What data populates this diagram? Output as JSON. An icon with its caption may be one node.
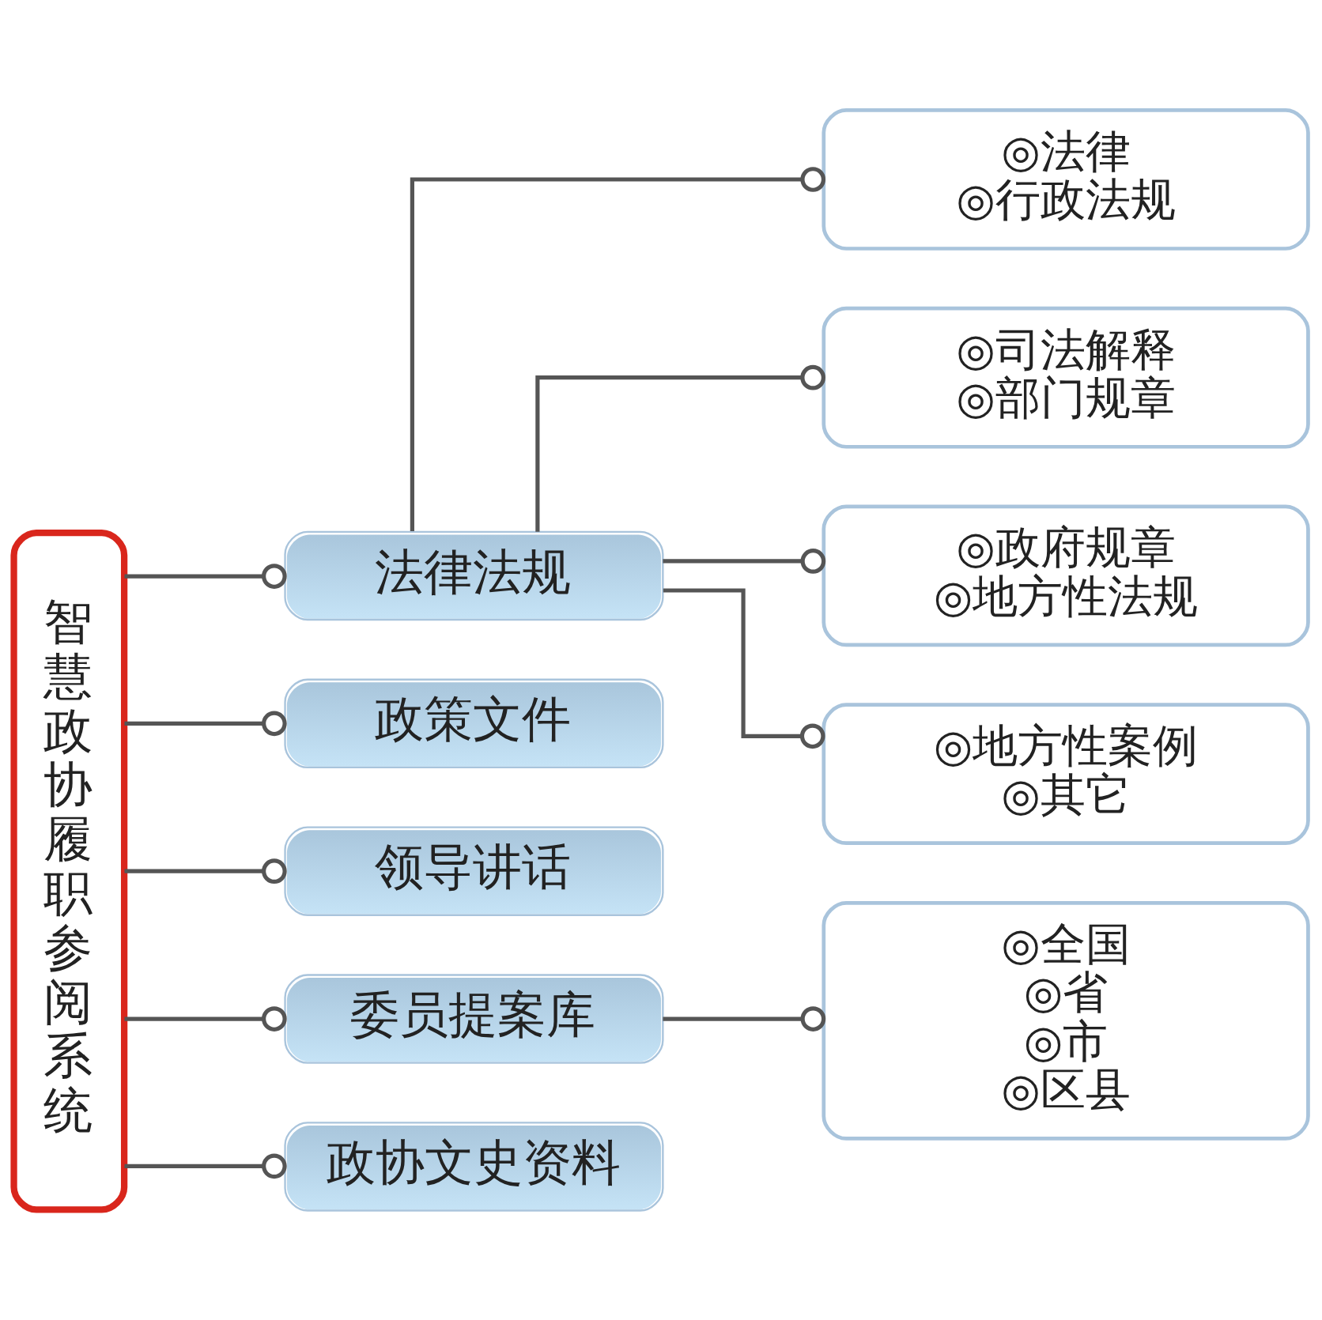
{
  "diagram": {
    "nodes": [
      {
        "text": [
          "智慧政协履职参阅系统"
        ]
      },
      {
        "text": [
          "法律法规"
        ]
      },
      {
        "text": [
          "◎法律",
          "◎行政法规"
        ]
      },
      {
        "text": [
          "◎司法解释",
          "◎部门规章"
        ]
      },
      {
        "text": [
          "◎政府规章",
          "◎地方性法规"
        ]
      },
      {
        "text": [
          "◎地方性案例",
          "◎其它"
        ]
      },
      {
        "text": [
          "政策文件"
        ]
      },
      {
        "text": [
          "领导讲话"
        ]
      },
      {
        "text": [
          "委员提案库"
        ]
      },
      {
        "text": [
          "◎全国",
          "◎省",
          "◎市",
          "◎区县"
        ]
      },
      {
        "text": [
          "政协文史资料"
        ]
      }
    ],
    "edges": [
      {
        "from": 0,
        "to": 1,
        "arrow": "other"
      },
      {
        "from": 1,
        "to": 2,
        "arrow": "other"
      },
      {
        "from": 1,
        "to": 3,
        "arrow": "other"
      },
      {
        "from": 1,
        "to": 4,
        "arrow": "other"
      },
      {
        "from": 1,
        "to": 5,
        "arrow": "other"
      },
      {
        "from": 0,
        "to": 6,
        "arrow": "other"
      },
      {
        "from": 0,
        "to": 7,
        "arrow": "other"
      },
      {
        "from": 0,
        "to": 8,
        "arrow": "other"
      },
      {
        "from": 8,
        "to": 9,
        "arrow": "other"
      },
      {
        "from": 0,
        "to": 10,
        "arrow": "other"
      }
    ]
  }
}
